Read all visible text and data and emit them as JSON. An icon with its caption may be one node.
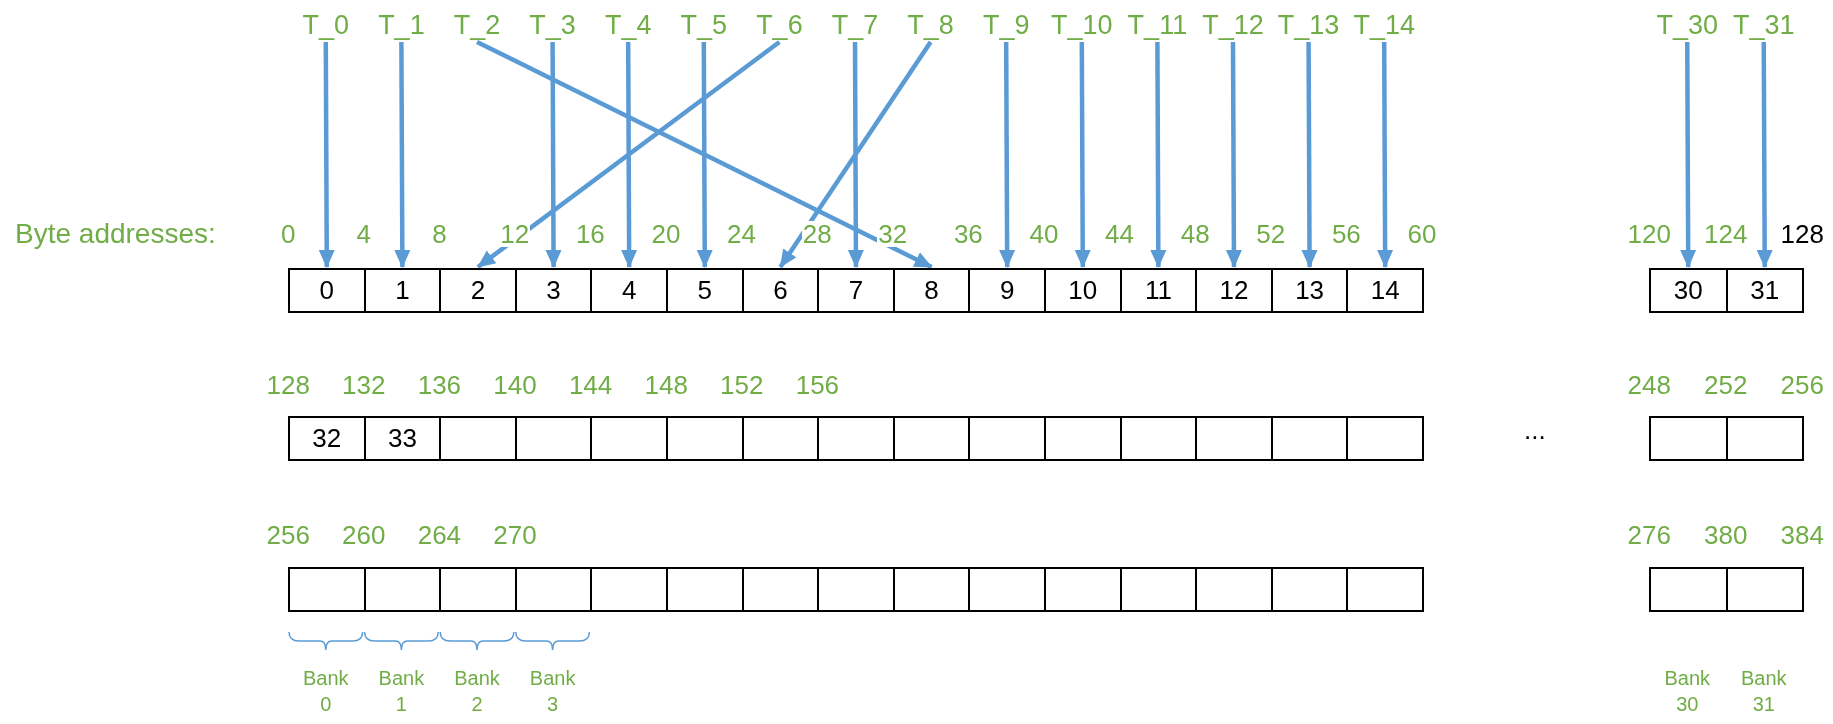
{
  "diagram": {
    "nodes": [
      {
        "text": [
          "T_0"
        ]
      },
      {
        "text": [
          "T_1"
        ]
      },
      {
        "text": [
          "T_2"
        ]
      },
      {
        "text": [
          "T_3"
        ]
      },
      {
        "text": [
          "T_4"
        ]
      },
      {
        "text": [
          "T_5"
        ]
      },
      {
        "text": [
          "T_6"
        ]
      },
      {
        "text": [
          "T_7"
        ]
      },
      {
        "text": [
          "T_8"
        ]
      },
      {
        "text": [
          "T_9"
        ]
      },
      {
        "text": [
          "T_10"
        ]
      },
      {
        "text": [
          "T_11"
        ]
      },
      {
        "text": [
          "T_12"
        ]
      },
      {
        "text": [
          "T_13"
        ]
      },
      {
        "text": [
          "T_14"
        ]
      },
      {
        "text": [
          "T_30"
        ]
      },
      {
        "text": [
          "T_31"
        ]
      },
      {
        "text": [
          "0"
        ]
      },
      {
        "text": [
          "1"
        ]
      },
      {
        "text": [
          "2"
        ]
      },
      {
        "text": [
          "3"
        ]
      },
      {
        "text": [
          "4"
        ]
      },
      {
        "text": [
          "5"
        ]
      },
      {
        "text": [
          "6"
        ]
      },
      {
        "text": [
          "7"
        ]
      },
      {
        "text": [
          "8"
        ]
      },
      {
        "text": [
          "9"
        ]
      },
      {
        "text": [
          "10"
        ]
      },
      {
        "text": [
          "11"
        ]
      },
      {
        "text": [
          "12"
        ]
      },
      {
        "text": [
          "13"
        ]
      },
      {
        "text": [
          "14"
        ]
      },
      {
        "text": [
          "30"
        ]
      },
      {
        "text": [
          "31"
        ]
      },
      {
        "text": [
          "32"
        ]
      },
      {
        "text": [
          "33"
        ]
      },
      {
        "text": [],
        "shape": "box"
      },
      {
        "text": [],
        "shape": "box"
      },
      {
        "text": [],
        "shape": "box"
      },
      {
        "text": [],
        "shape": "box"
      },
      {
        "text": [],
        "shape": "box"
      },
      {
        "text": [],
        "shape": "box"
      },
      {
        "text": [],
        "shape": "box"
      },
      {
        "text": [],
        "shape": "box"
      },
      {
        "text": [],
        "shape": "box"
      },
      {
        "text": [],
        "shape": "box"
      },
      {
        "text": [],
        "shape": "box"
      },
      {
        "text": [],
        "shape": "box"
      },
      {
        "text": [],
        "shape": "box"
      },
      {
        "text": [],
        "shape": "box"
      },
      {
        "text": [],
        "shape": "box"
      },
      {
        "text": [],
        "shape": "box"
      },
      {
        "text": [],
        "shape": "box"
      },
      {
        "text": [],
        "shape": "box"
      },
      {
        "text": [],
        "shape": "box"
      },
      {
        "text": [],
        "shape": "box"
      },
      {
        "text": [],
        "shape": "box"
      },
      {
        "text": [],
        "shape": "box"
      },
      {
        "text": [],
        "shape": "box"
      },
      {
        "text": [],
        "shape": "box"
      },
      {
        "text": [],
        "shape": "box"
      },
      {
        "text": [],
        "shape": "box"
      },
      {
        "text": [],
        "shape": "box"
      },
      {
        "text": [],
        "shape": "box"
      },
      {
        "text": [],
        "shape": "box"
      },
      {
        "text": [],
        "shape": "box"
      },
      {
        "text": [],
        "shape": "box"
      },
      {
        "text": [],
        "shape": "box"
      }
    ],
    "edges": [
      {
        "from": 0,
        "to": 17,
        "arrow": "to"
      },
      {
        "from": 1,
        "to": 18,
        "arrow": "to"
      },
      {
        "from": 2,
        "to": 25,
        "arrow": "to"
      },
      {
        "from": 3,
        "to": 20,
        "arrow": "to"
      },
      {
        "from": 4,
        "to": 21,
        "arrow": "to"
      },
      {
        "from": 5,
        "to": 22,
        "arrow": "to"
      },
      {
        "from": 6,
        "to": 19,
        "arrow": "to"
      },
      {
        "from": 7,
        "to": 24,
        "arrow": "to"
      },
      {
        "from": 8,
        "to": 23,
        "arrow": "to"
      },
      {
        "from": 9,
        "to": 26,
        "arrow": "to"
      },
      {
        "from": 10,
        "to": 27,
        "arrow": "to"
      },
      {
        "from": 11,
        "to": 28,
        "arrow": "to"
      },
      {
        "from": 12,
        "to": 29,
        "arrow": "to"
      },
      {
        "from": 13,
        "to": 30,
        "arrow": "to"
      },
      {
        "from": 14,
        "to": 31,
        "arrow": "to"
      },
      {
        "from": 15,
        "to": 32,
        "arrow": "to"
      },
      {
        "from": 16,
        "to": 33,
        "arrow": "to"
      }
    ],
    "labels": [
      "Byte addresses:",
      "0",
      "4",
      "8",
      "12",
      "16",
      "20",
      "24",
      "28",
      "32",
      "36",
      "40",
      "44",
      "48",
      "52",
      "56",
      "60",
      "120",
      "124",
      "128",
      "128",
      "132",
      "136",
      "140",
      "144",
      "148",
      "152",
      "156",
      "248",
      "252",
      "256",
      "...",
      "256",
      "260",
      "264",
      "270",
      "276",
      "380",
      "384",
      "Bank 0",
      "Bank 1",
      "Bank 2",
      "Bank 3",
      "Bank 30",
      "Bank 31"
    ]
  }
}
